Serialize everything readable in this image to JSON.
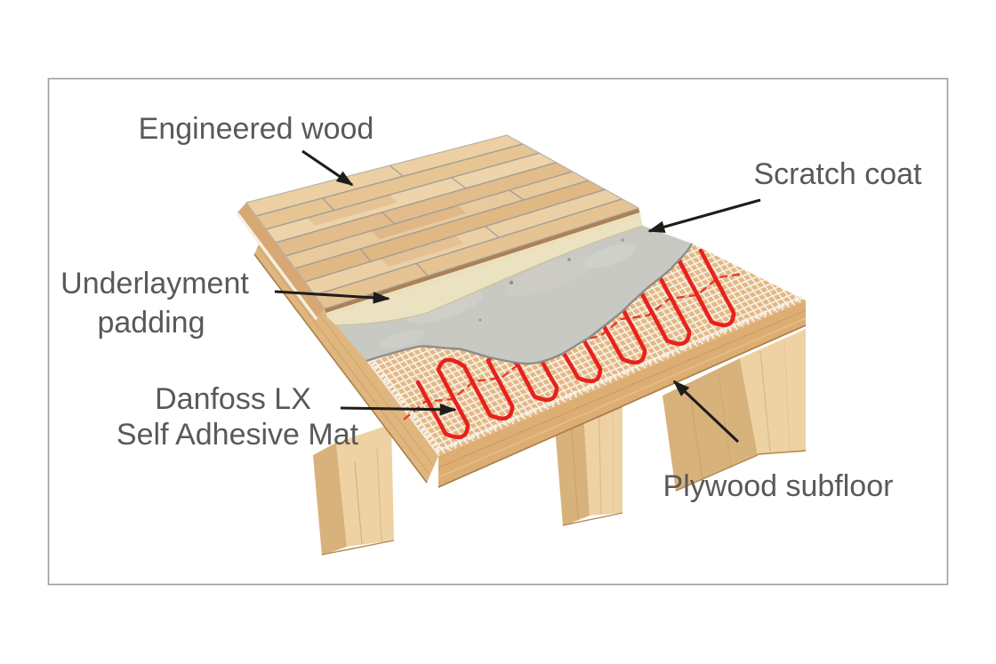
{
  "figure": {
    "type": "cutaway-layer-diagram",
    "subject": "Danfoss LX floor heating system layers over wood joists",
    "labels": {
      "engineered_wood": "Engineered wood",
      "scratch_coat": "Scratch coat",
      "underlayment_line1": "Underlayment",
      "underlayment_line2": "padding",
      "mat_line1": "Danfoss LX",
      "mat_line2": "Self Adhesive Mat",
      "plywood_subfloor": "Plywood subfloor"
    },
    "layers_top_to_bottom": [
      "Engineered wood",
      "Underlayment padding",
      "Scratch coat",
      "Danfoss LX Self Adhesive Mat",
      "Plywood subfloor"
    ],
    "colors": {
      "label_text": "#58595b",
      "arrow": "#1d1d1b",
      "heating_cable_red": "#e8211d",
      "scratch_coat_gray": "#c9c9c3",
      "underlayment_cream": "#ebe2c2",
      "wood_plank_tan": "#e8c99c",
      "plywood_tan": "#dcae73",
      "mesh_white": "#f6f1e8",
      "frame_border": "#9b9ea1",
      "background": "#ffffff"
    }
  }
}
